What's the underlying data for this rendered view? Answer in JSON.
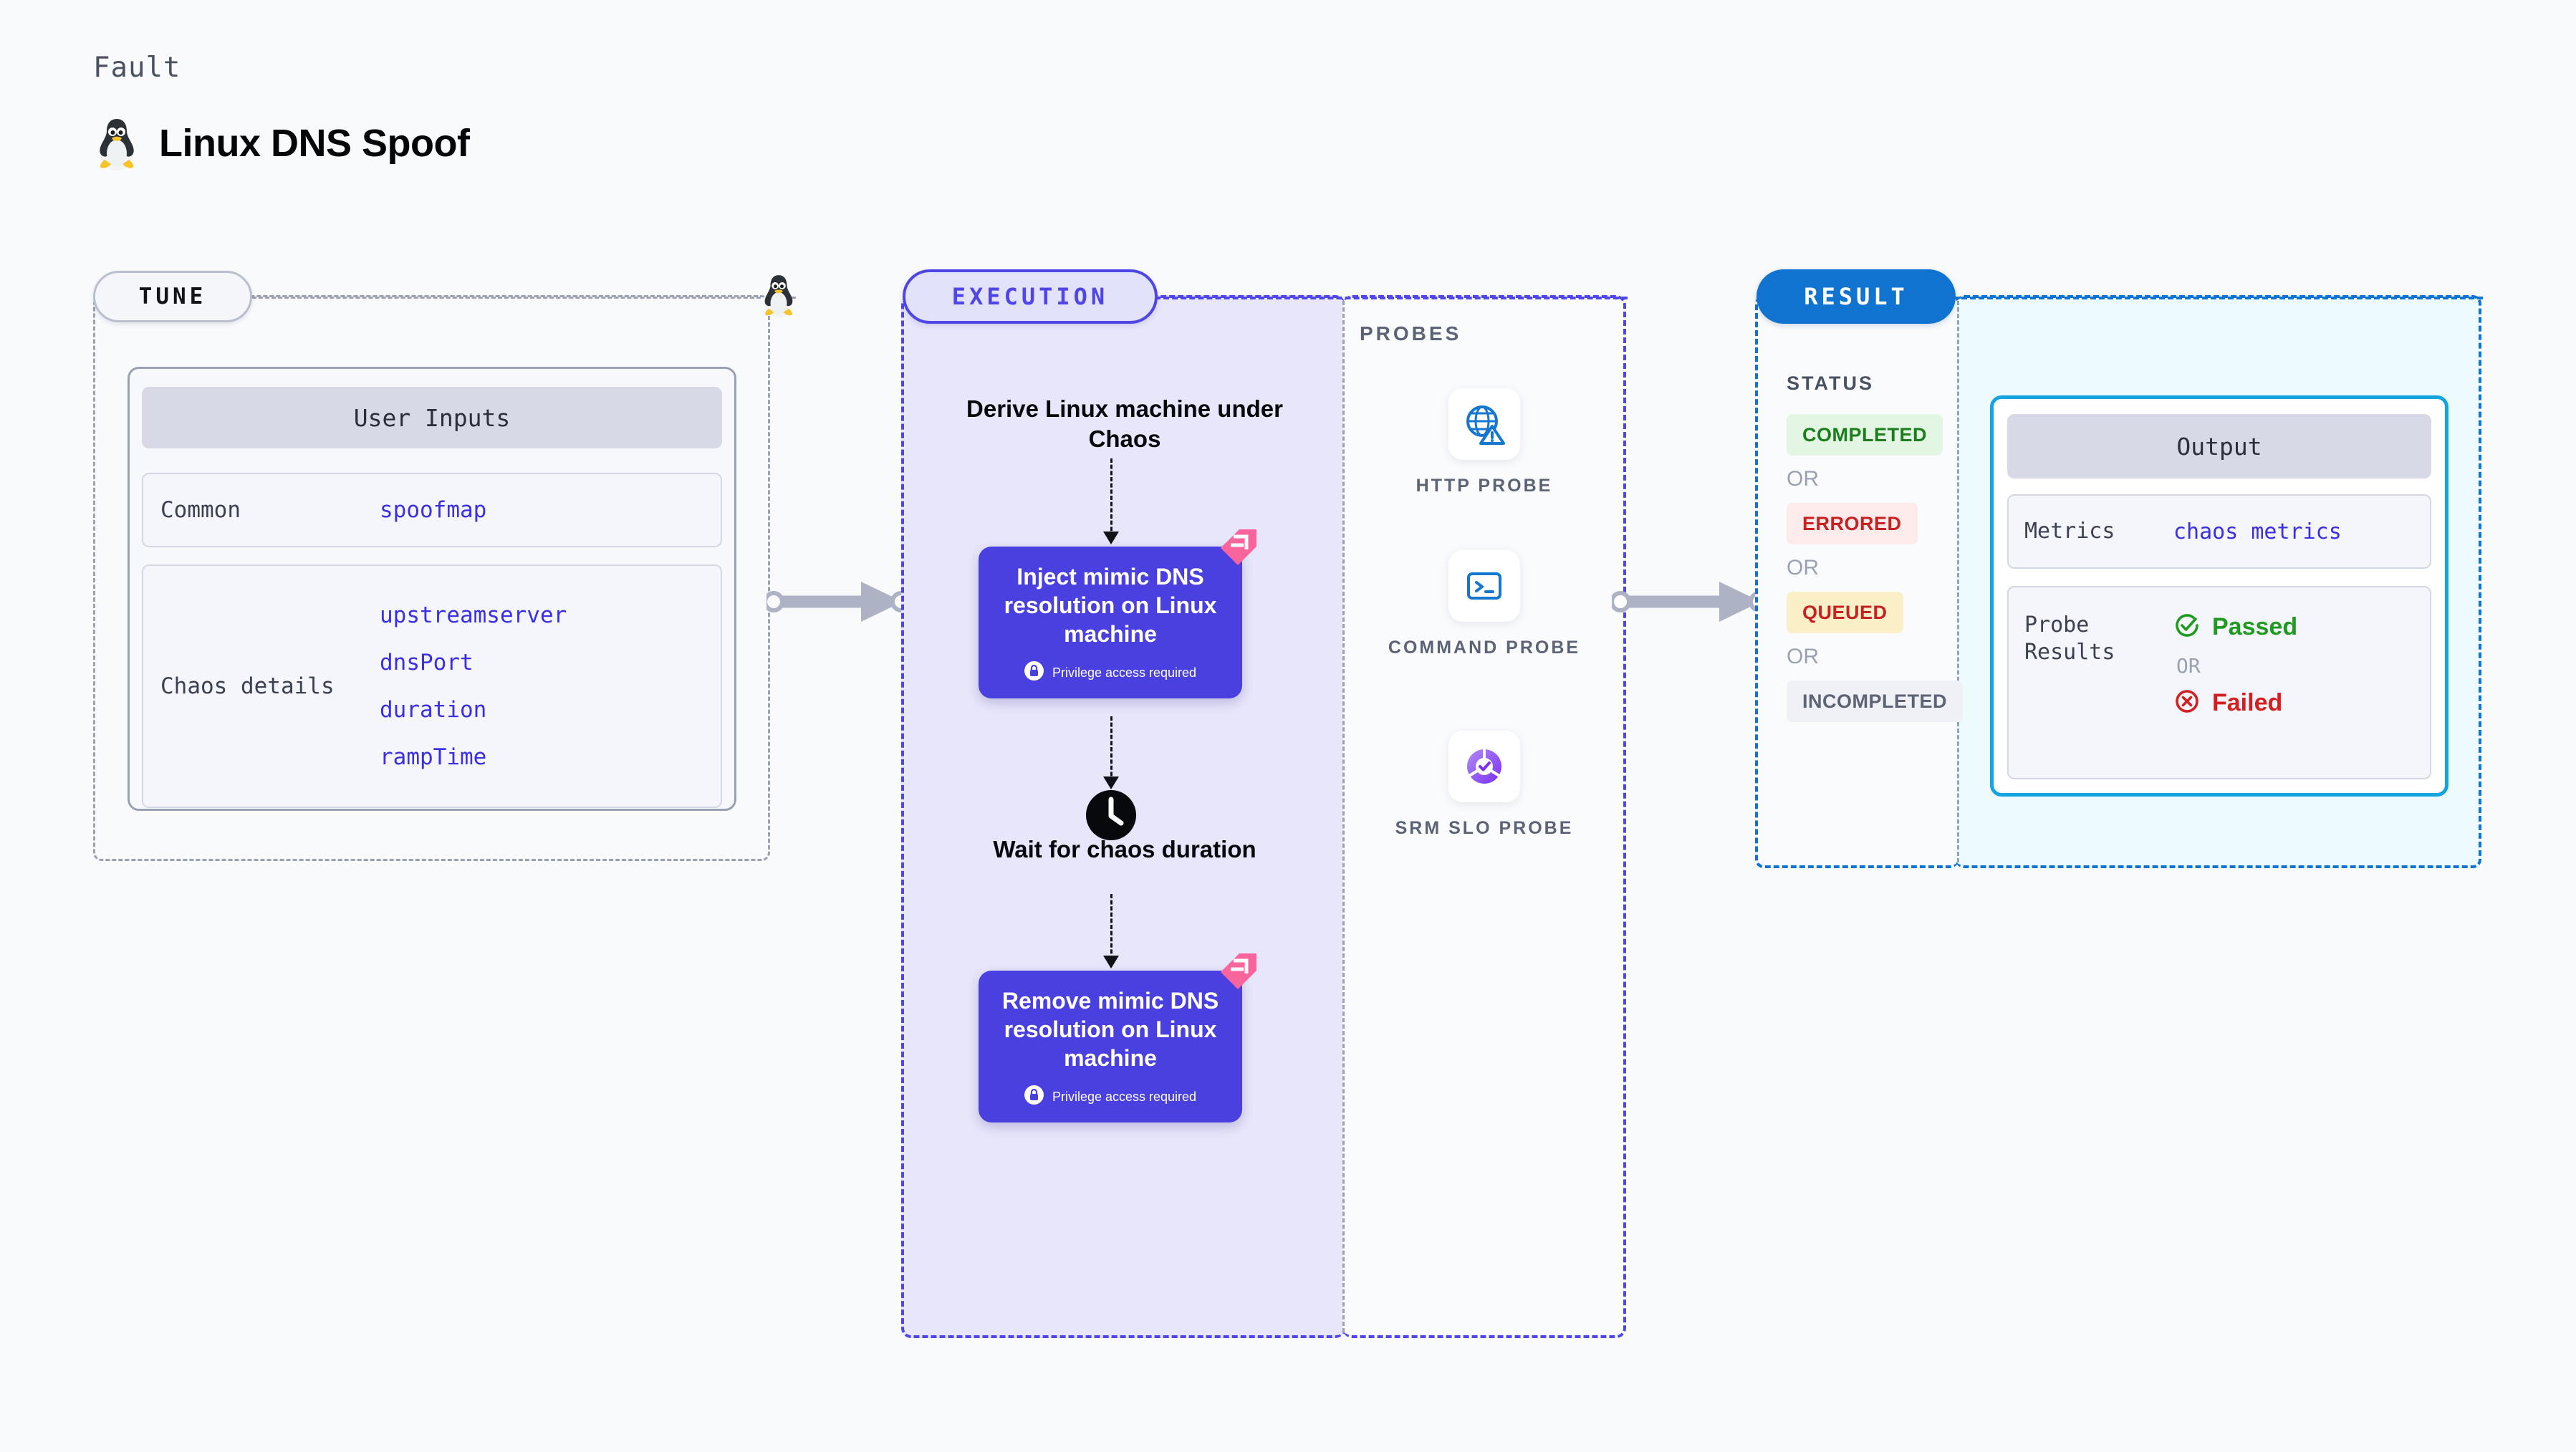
{
  "header": {
    "eyebrow": "Fault",
    "title": "Linux DNS Spoof",
    "icon": "linux-tux-icon"
  },
  "tune": {
    "pill_label": "TUNE",
    "card_title": "User Inputs",
    "rows": [
      {
        "label": "Common",
        "values": [
          "spoofmap"
        ]
      },
      {
        "label": "Chaos details",
        "values": [
          "upstreamserver",
          "dnsPort",
          "duration",
          "rampTime"
        ]
      }
    ]
  },
  "execution": {
    "pill_label": "EXECUTION",
    "derive_step": "Derive Linux machine under Chaos",
    "inject_card": {
      "title": "Inject mimic DNS resolution on Linux machine",
      "badge": "Privilege access required"
    },
    "wait_step": "Wait for chaos duration",
    "remove_card": {
      "title": "Remove mimic DNS resolution on Linux machine",
      "badge": "Privilege access required"
    }
  },
  "probes": {
    "section_label": "PROBES",
    "items": [
      {
        "label": "HTTP PROBE",
        "icon": "globe-warning-icon"
      },
      {
        "label": "COMMAND PROBE",
        "icon": "terminal-icon"
      },
      {
        "label": "SRM SLO PROBE",
        "icon": "slo-donut-check-icon"
      }
    ]
  },
  "result": {
    "pill_label": "RESULT",
    "status_label": "STATUS",
    "or_label": "OR",
    "statuses": [
      {
        "text": "COMPLETED",
        "bg": "#e3f5e3",
        "fg": "#1b7d1b"
      },
      {
        "text": "ERRORED",
        "bg": "#fdeaea",
        "fg": "#c62222"
      },
      {
        "text": "QUEUED",
        "bg": "#fbefc8",
        "fg": "#c62222"
      },
      {
        "text": "INCOMPLETED",
        "bg": "#eff1f6",
        "fg": "#5b6374"
      }
    ],
    "output": {
      "title": "Output",
      "metrics_label": "Metrics",
      "metrics_value": "chaos metrics",
      "probe_results_label": "Probe Results",
      "passed_text": "Passed",
      "failed_text": "Failed",
      "or_label": "OR"
    }
  },
  "colors": {
    "indigo": "#4f46e5",
    "card_indigo": "#4a3fdf",
    "blue": "#1173d0",
    "cyan": "#14a5e0",
    "param_blue": "#3b2fe0",
    "gray_dash": "#9aa2b1",
    "pink_ribbon": "#f8649c"
  }
}
